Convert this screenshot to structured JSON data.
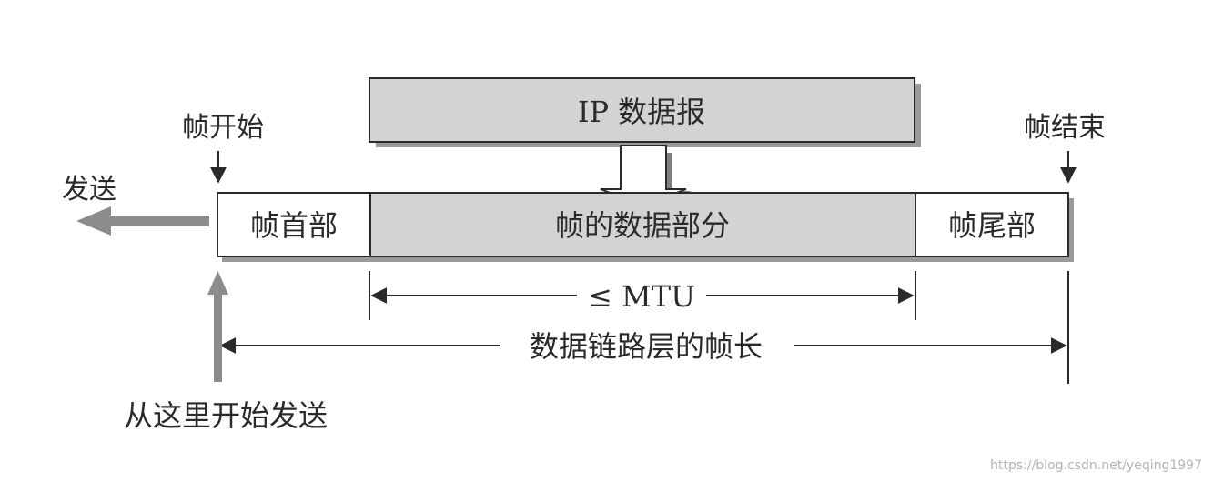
{
  "labels": {
    "ip_datagram": "IP 数据报",
    "frame_start": "帧开始",
    "frame_end": "帧结束",
    "send": "发送",
    "frame_header": "帧首部",
    "frame_data": "帧的数据部分",
    "frame_trailer": "帧尾部",
    "mtu": "≤ MTU",
    "frame_length": "数据链路层的帧长",
    "start_sending_here": "从这里开始发送"
  },
  "watermark": "https://blog.csdn.net/yeqing1997",
  "colors": {
    "gray_fill": "#d3d3d3",
    "arrow_gray": "#8c8c8c",
    "line": "#2a2a2a"
  }
}
